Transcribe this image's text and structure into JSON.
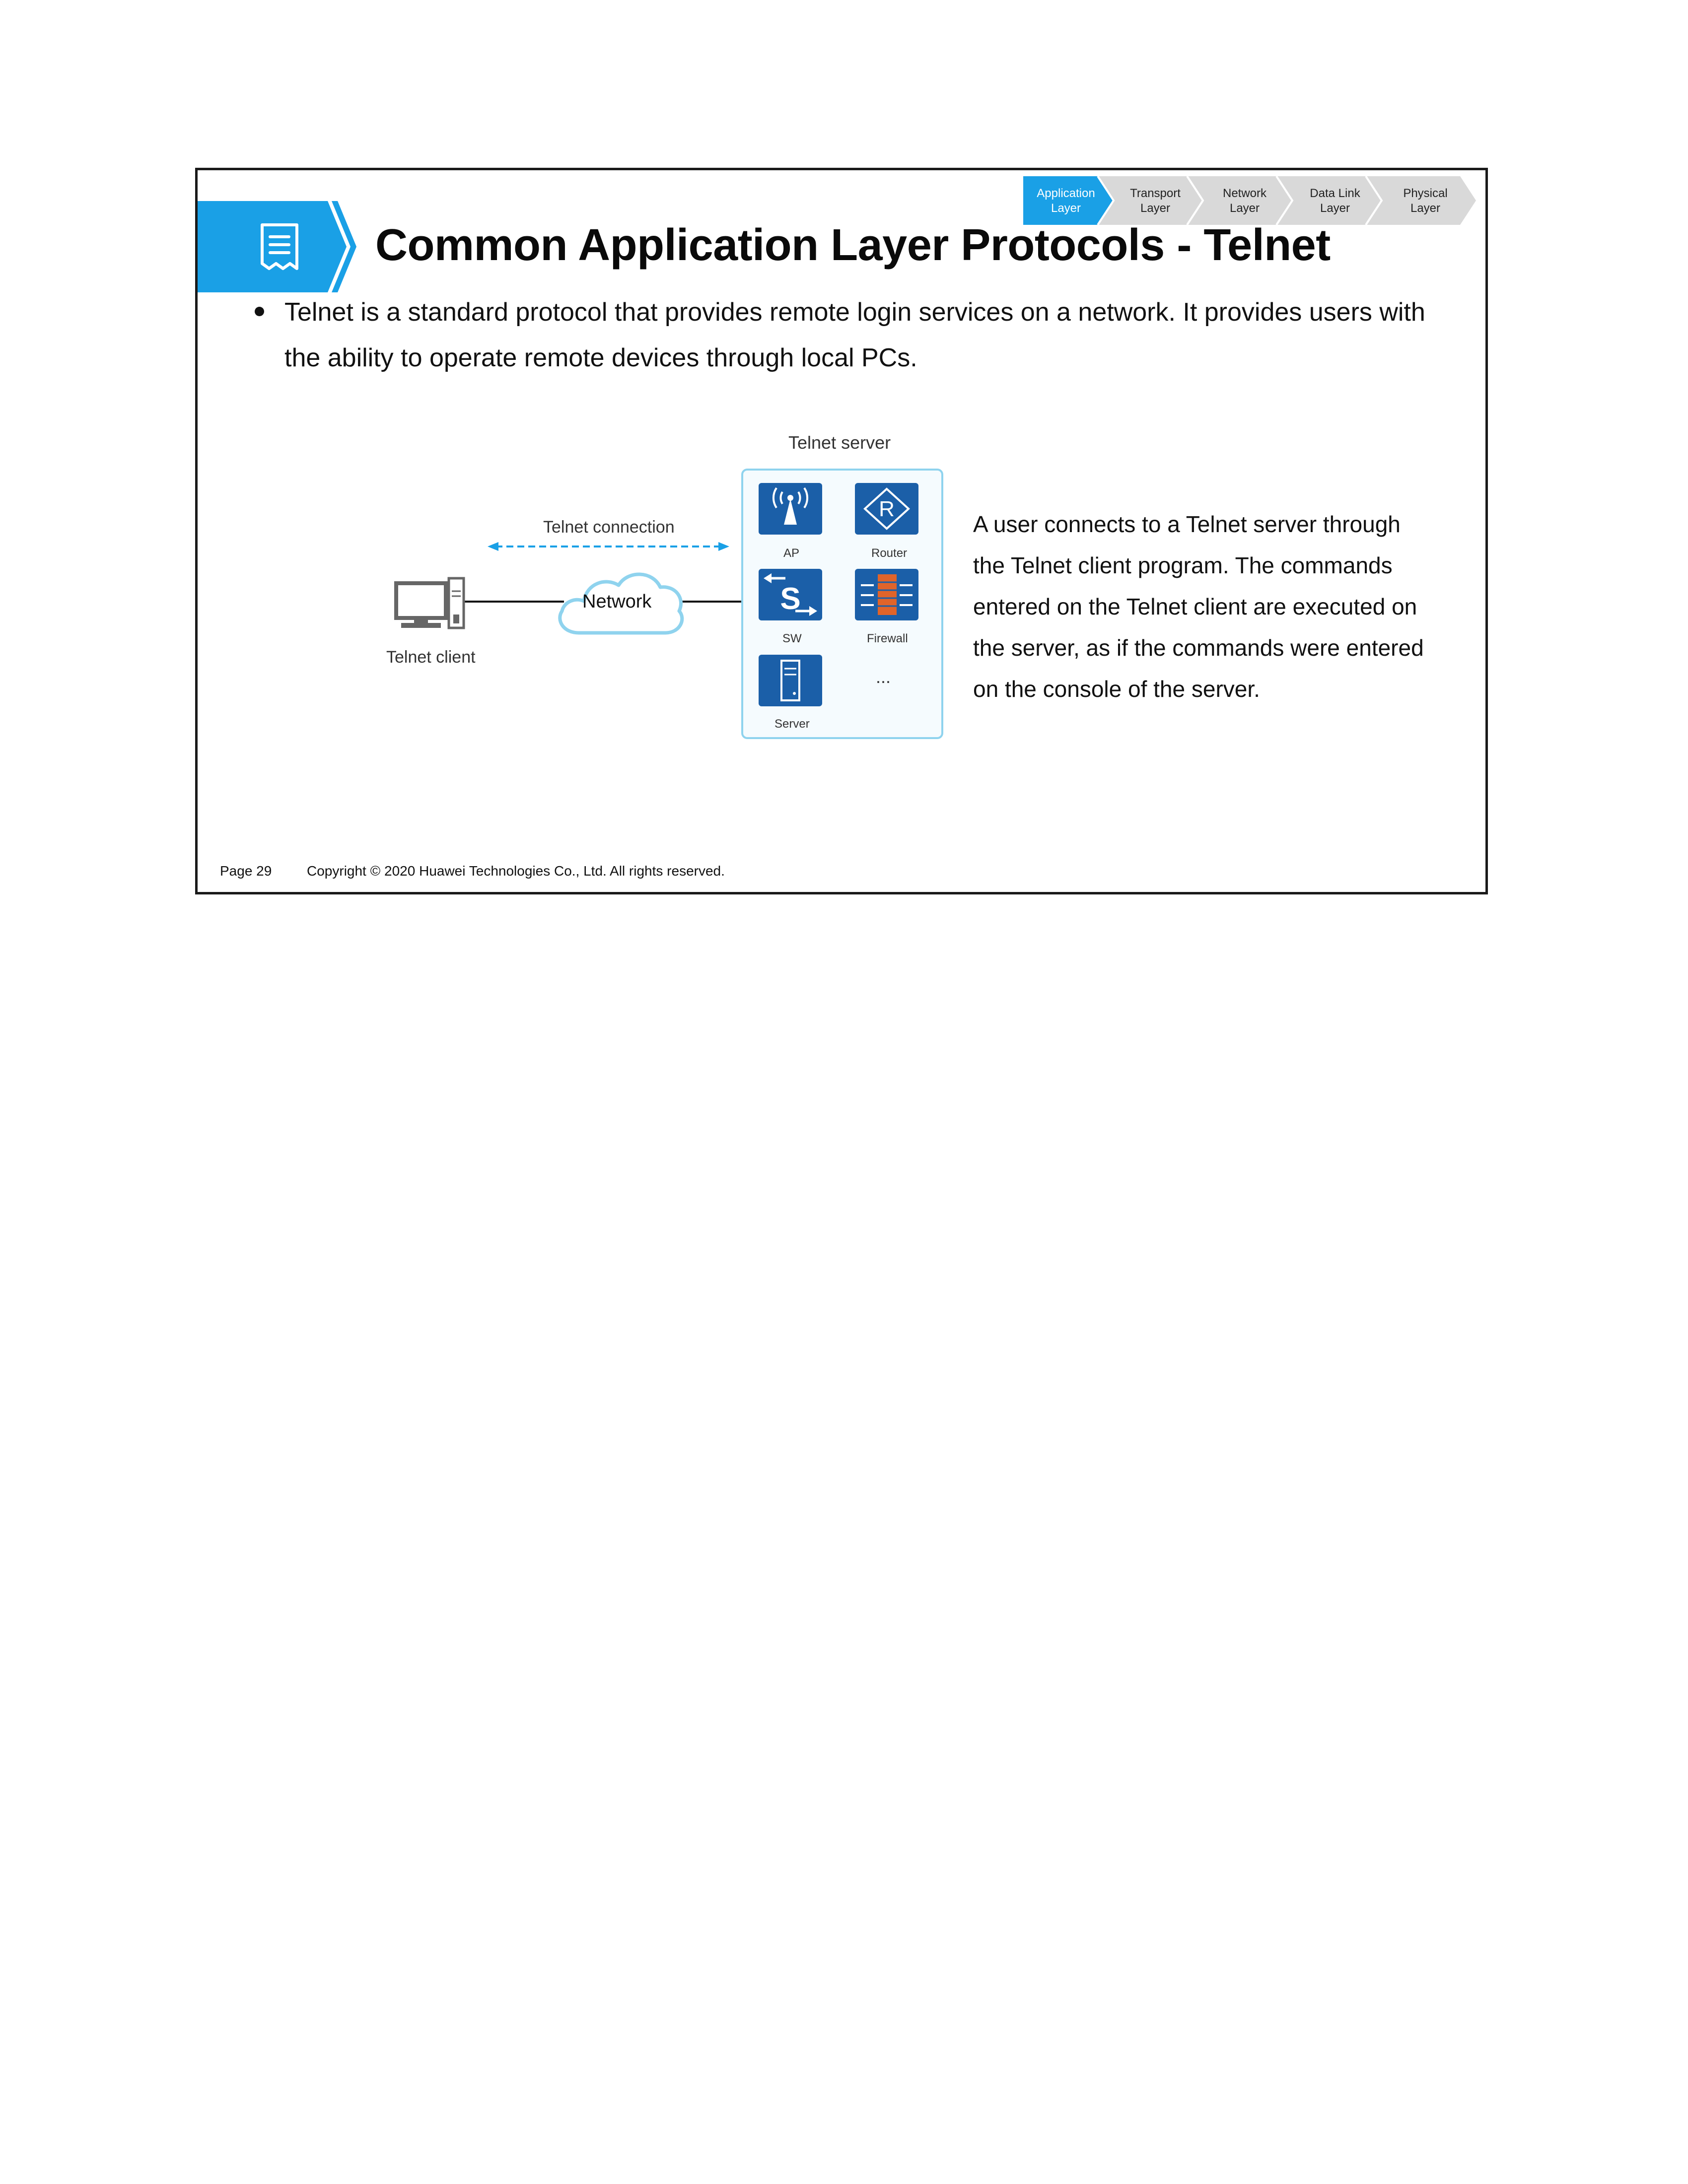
{
  "header": {
    "title": "Common Application Layer Protocols - Telnet",
    "icon": "document-icon"
  },
  "layers": [
    {
      "line1": "Application",
      "line2": "Layer",
      "active": true
    },
    {
      "line1": "Transport",
      "line2": "Layer",
      "active": false
    },
    {
      "line1": "Network",
      "line2": "Layer",
      "active": false
    },
    {
      "line1": "Data Link",
      "line2": "Layer",
      "active": false
    },
    {
      "line1": "Physical",
      "line2": "Layer",
      "active": false
    }
  ],
  "bullet": "Telnet is a standard protocol that provides remote login services on a network. It provides users with the ability to operate remote devices through local PCs.",
  "diagram": {
    "server_title": "Telnet server",
    "connection_label": "Telnet connection",
    "network_label": "Network",
    "client_label": "Telnet client",
    "devices": {
      "ap": "AP",
      "router": "Router",
      "sw": "SW",
      "firewall": "Firewall",
      "server": "Server",
      "more": "..."
    }
  },
  "description": "A user connects to a Telnet server through the Telnet client program. The commands entered on the Telnet client are executed on the server, as if the commands were entered on the console of the server.",
  "footer": {
    "page": "Page 29",
    "copyright": "Copyright © 2020 Huawei Technologies Co., Ltd. All rights reserved."
  },
  "colors": {
    "accent": "#1aa0e6",
    "device_blue": "#1b5fa8",
    "panel_border": "#8fd3ee",
    "panel_fill": "#f5fbfe",
    "firewall_brick": "#e0642a",
    "layer_inactive": "#d9d9d9"
  }
}
